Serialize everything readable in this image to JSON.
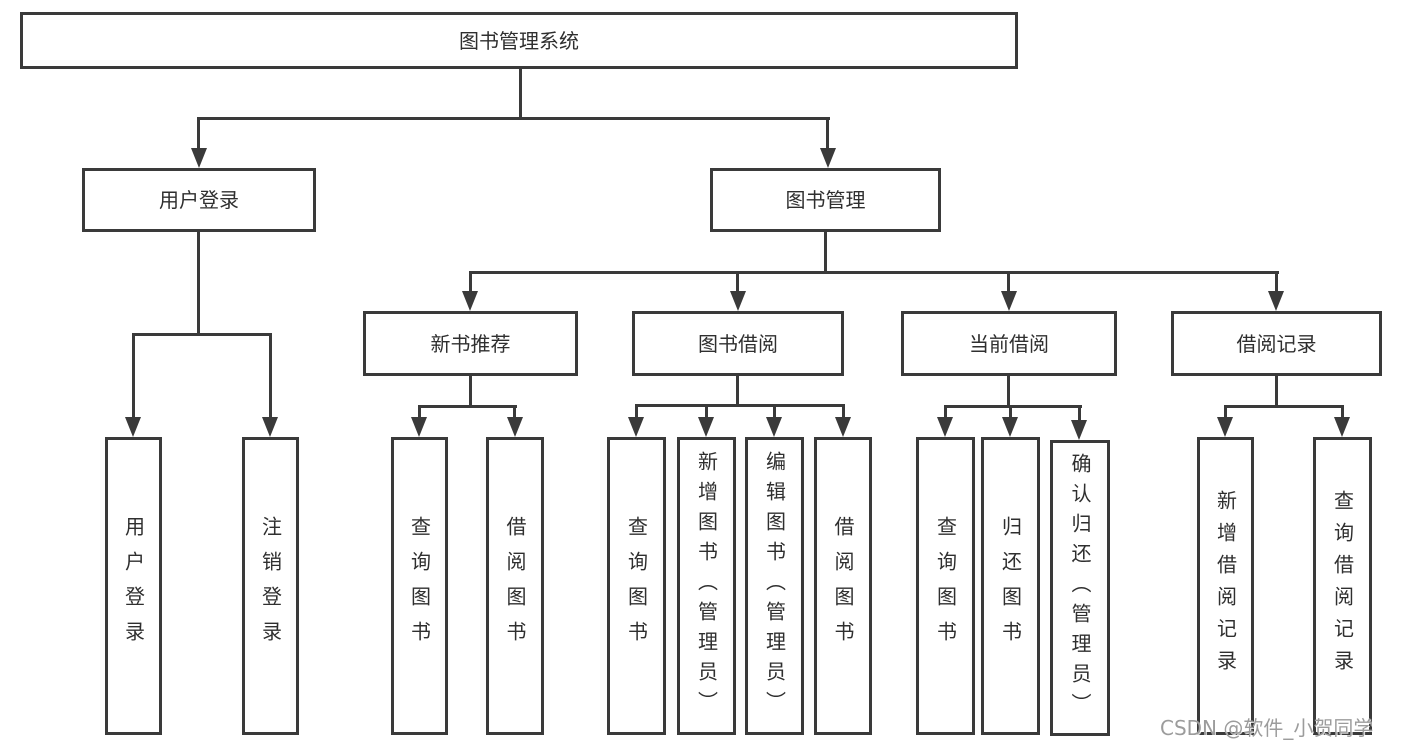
{
  "diagram": {
    "root": {
      "label": "图书管理系统"
    },
    "branches": [
      {
        "label": "用户登录",
        "children": [
          {
            "label": "用户登录"
          },
          {
            "label": "注销登录"
          }
        ]
      },
      {
        "label": "图书管理",
        "children": [
          {
            "label": "新书推荐",
            "children": [
              {
                "label": "查询图书"
              },
              {
                "label": "借阅图书"
              }
            ]
          },
          {
            "label": "图书借阅",
            "children": [
              {
                "label": "查询图书"
              },
              {
                "label": "新增图书（管理员）"
              },
              {
                "label": "编辑图书（管理员）"
              },
              {
                "label": "借阅图书"
              }
            ]
          },
          {
            "label": "当前借阅",
            "children": [
              {
                "label": "查询图书"
              },
              {
                "label": "归还图书"
              },
              {
                "label": "确认归还（管理员）"
              }
            ]
          },
          {
            "label": "借阅记录",
            "children": [
              {
                "label": "新增借阅记录"
              },
              {
                "label": "查询借阅记录"
              }
            ]
          }
        ]
      }
    ]
  },
  "watermark": {
    "text": "CSDN @软件_小贺同学"
  },
  "colors": {
    "line": "#3a3a3a",
    "text": "#2f2f2f",
    "watermark": "#9c9c9c",
    "background": "#ffffff"
  }
}
